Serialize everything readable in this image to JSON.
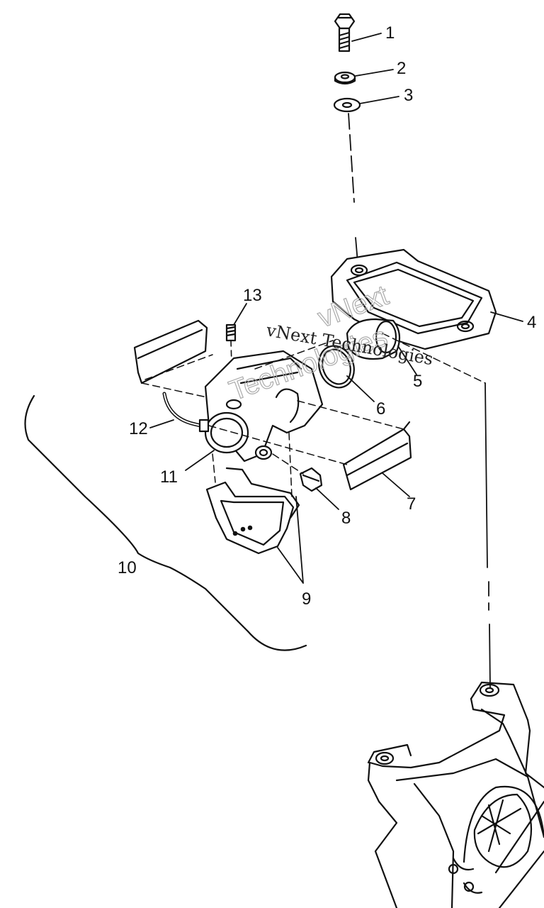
{
  "callouts": {
    "c1": "1",
    "c2": "2",
    "c3": "3",
    "c4": "4",
    "c5": "5",
    "c6": "6",
    "c7": "7",
    "c8": "8",
    "c9": "9",
    "c10": "10",
    "c11": "11",
    "c12": "12",
    "c13": "13"
  },
  "watermark": {
    "line1": "vNext",
    "line2": "Technologies",
    "line3": "vNext Technologies"
  },
  "colors": {
    "ink": "#111111",
    "watermark": "#aaaaaa",
    "paper": "#ffffff"
  }
}
